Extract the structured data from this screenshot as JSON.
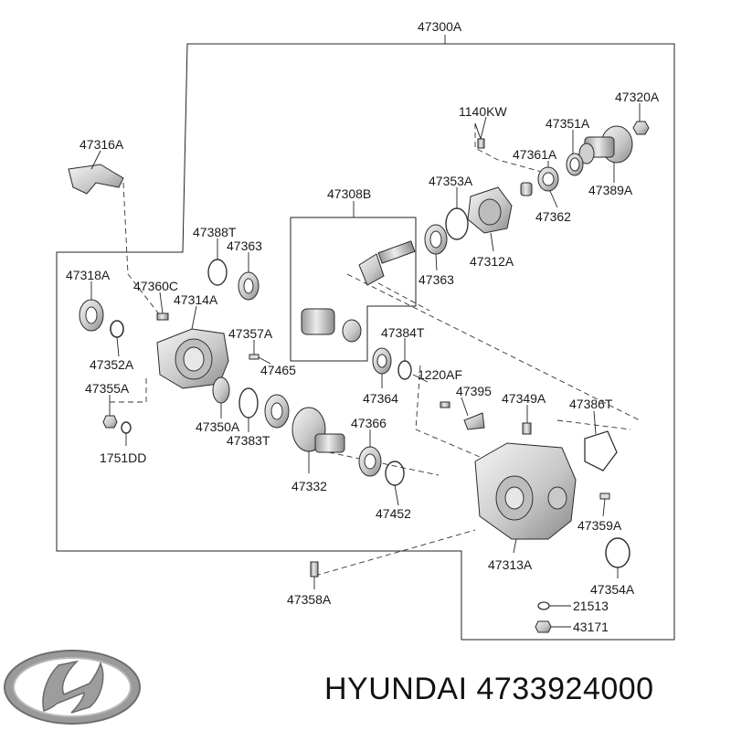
{
  "diagram": {
    "labels": {
      "l47300A": "47300A",
      "l47320A": "47320A",
      "l1140KW": "1140KW",
      "l47351A": "47351A",
      "l47316A": "47316A",
      "l47361A": "47361A",
      "l47353A": "47353A",
      "l47308B": "47308B",
      "l47362": "47362",
      "l47389A": "47389A",
      "l47388T": "47388T",
      "l47363a": "47363",
      "l47312A": "47312A",
      "l47363b": "47363",
      "l47318A": "47318A",
      "l47360C": "47360C",
      "l47314A": "47314A",
      "l47357A": "47357A",
      "l47384T": "47384T",
      "l47352A": "47352A",
      "l47465": "47465",
      "l1220AF": "1220AF",
      "l47355A": "47355A",
      "l47395": "47395",
      "l47349A": "47349A",
      "l47386T": "47386T",
      "l47364": "47364",
      "l47350A": "47350A",
      "l47366": "47366",
      "l47383T": "47383T",
      "l1751DD": "1751DD",
      "l47332": "47332",
      "l47452": "47452",
      "l47359A": "47359A",
      "l47313A": "47313A",
      "l47354A": "47354A",
      "l47358A": "47358A",
      "l21513": "21513",
      "l43171": "43171"
    }
  },
  "footer": {
    "brand": "HYUNDAI",
    "part_number": "4733924000"
  },
  "colors": {
    "metal_light": "#e6e6e6",
    "metal_mid": "#bdbdbd",
    "metal_dark": "#7a7a7a",
    "ink": "#222222"
  }
}
